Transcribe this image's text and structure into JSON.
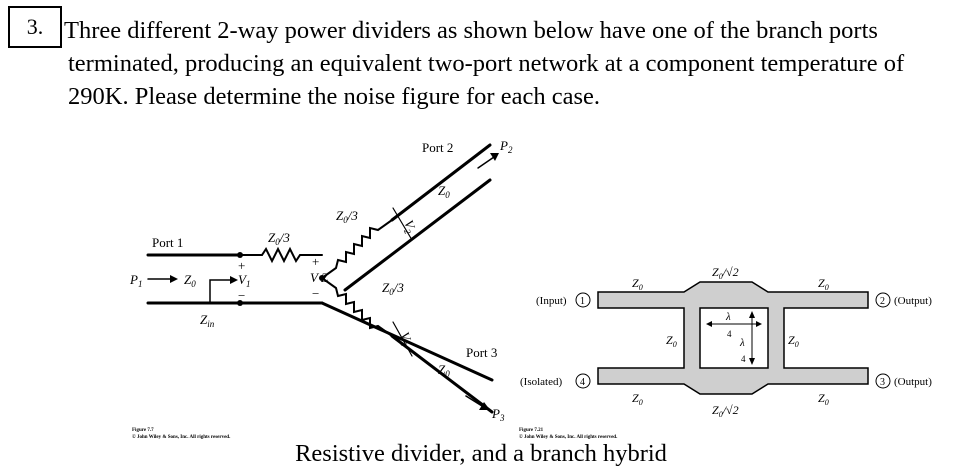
{
  "question": {
    "number": "3.",
    "lines": [
      "Three different 2-way power dividers as shown below have one of the branch ports",
      "terminated, producing an equivalent two-port network at a component temperature of",
      "290K.  Please determine the noise figure for each case."
    ]
  },
  "resistive_divider": {
    "port1": "Port 1",
    "port2": "Port 2",
    "port3": "Port 3",
    "z0": "Z",
    "z0_sub": "0",
    "z03": "Z",
    "z03_suffix": "/3",
    "zin": "Z",
    "zin_sub": "in",
    "p1": "P",
    "p1_sub": "1",
    "p2": "P",
    "p2_sub": "2",
    "p3": "P",
    "p3_sub": "3",
    "v1": "V",
    "v1_sub": "1",
    "v2": "V",
    "v2_sub": "2",
    "v3": "V",
    "v3_sub": "3",
    "vz": "V Z",
    "plus": "+",
    "minus": "−",
    "figure_label": "Figure 7.7",
    "copyright": "© John Wiley & Sons, Inc. All rights reserved."
  },
  "branch_hybrid": {
    "input": "(Input)",
    "isolated": "(Isolated)",
    "output": "(Output)",
    "port1": "1",
    "port2": "2",
    "port3": "3",
    "port4": "4",
    "z0": "Z",
    "z0_sub": "0",
    "z0_sqrt2": "Z",
    "sqrt2_suffix": "/√2",
    "lambda": "λ",
    "four": "4",
    "figure_label": "Figure 7.21",
    "copyright": "© John Wiley & Sons, Inc. All rights reserved."
  },
  "caption": "Resistive divider, and a branch hybrid"
}
